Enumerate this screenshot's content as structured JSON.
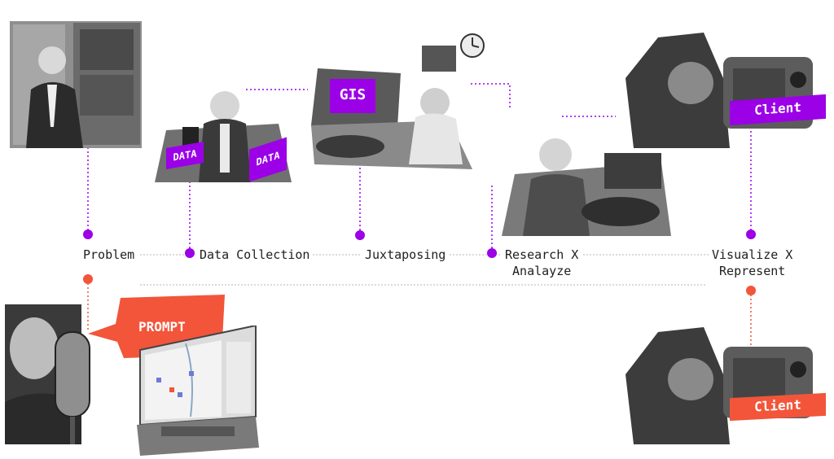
{
  "colors": {
    "accent_purple": "#9b00e6",
    "accent_orange": "#f2553a",
    "line_gray": "#b5b5b5"
  },
  "timeline": {
    "steps": [
      {
        "label": "Problem"
      },
      {
        "label": "Data Collection"
      },
      {
        "label": "Juxtaposing"
      },
      {
        "label": "Research X\nAnalayze"
      },
      {
        "label": "Visualize X\nRepresent"
      }
    ]
  },
  "tags": {
    "data_left": "DATA",
    "data_right": "DATA",
    "gis": "GIS",
    "client_top": "Client",
    "prompt": "PROMPT",
    "client_bottom": "Client"
  }
}
